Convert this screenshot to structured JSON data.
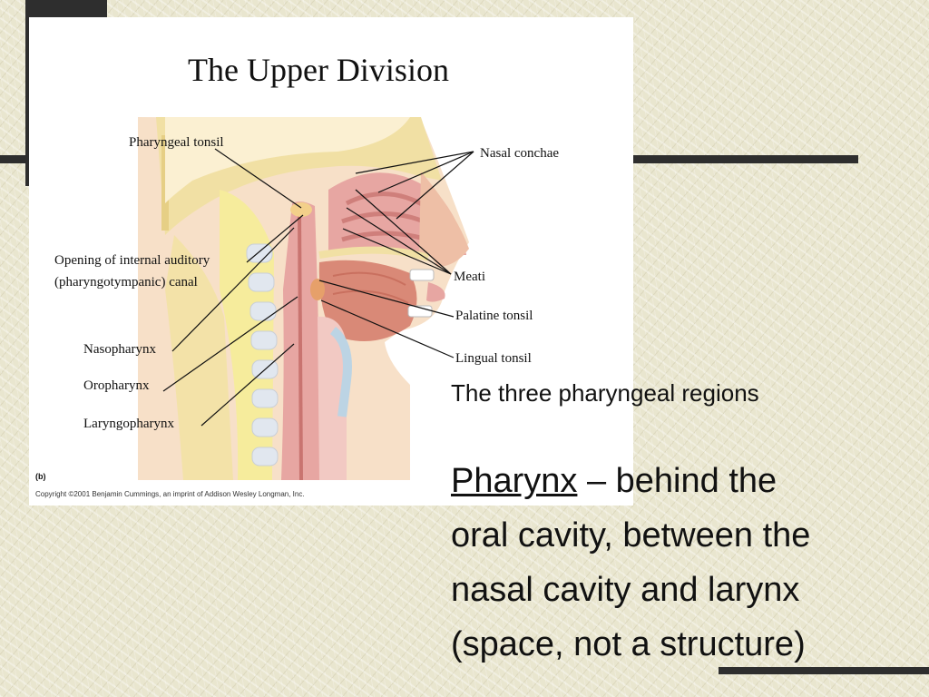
{
  "figure": {
    "title": "The Upper Division",
    "labels": {
      "pharyngeal_tonsil": "Pharyngeal tonsil",
      "opening_line1": "Opening of internal auditory",
      "opening_line2": "(pharyngotympanic) canal",
      "nasopharynx": "Nasopharynx",
      "oropharynx": "Oropharynx",
      "laryngopharynx": "Laryngopharynx",
      "nasal_conchae": "Nasal conchae",
      "meati": "Meati",
      "palatine_tonsil": "Palatine tonsil",
      "lingual_tonsil": "Lingual tonsil"
    },
    "panel_tag": "(b)",
    "copyright": "Copyright ©2001 Benjamin Cummings, an imprint of Addison Wesley Longman, Inc."
  },
  "caption": "The three pharyngeal regions",
  "body": {
    "term": "Pharynx",
    "line1_rest": " – behind the",
    "line2": "oral cavity, between the",
    "line3": "nasal cavity and larynx",
    "line4": "(space, not a structure)"
  },
  "colors": {
    "accent_bar": "#2e2e2e",
    "background": "#e9e6cf",
    "tissue_pink": "#e7a6a2",
    "bone_yellow": "#f1e0a4"
  }
}
